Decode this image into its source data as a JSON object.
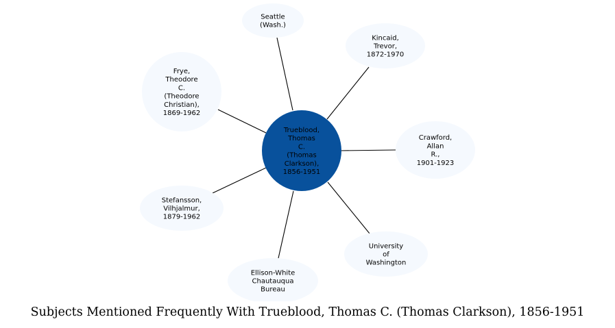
{
  "caption": "Subjects Mentioned Frequently With Trueblood, Thomas C. (Thomas Clarkson), 1856-1951",
  "colors": {
    "center_fill": "#08519c",
    "center_text": "#000000",
    "leaf_fill": "#f5f9fe",
    "leaf_text": "#000000",
    "edge": "#000000"
  },
  "center": {
    "label_lines": [
      "Trueblood,",
      "Thomas",
      "C.",
      "(Thomas",
      "Clarkson),",
      "1856-1951"
    ]
  },
  "leaves": [
    {
      "id": "seattle",
      "label_lines": [
        "Seattle",
        "(Wash.)"
      ]
    },
    {
      "id": "kincaid",
      "label_lines": [
        "Kincaid,",
        "Trevor,",
        "1872-1970"
      ]
    },
    {
      "id": "frye",
      "label_lines": [
        "Frye,",
        "Theodore",
        "C.",
        "(Theodore",
        "Christian),",
        "1869-1962"
      ]
    },
    {
      "id": "crawford",
      "label_lines": [
        "Crawford,",
        "Allan",
        "R.,",
        "1901-1923"
      ]
    },
    {
      "id": "stefansson",
      "label_lines": [
        "Stefansson,",
        "Vilhjalmur,",
        "1879-1962"
      ]
    },
    {
      "id": "university",
      "label_lines": [
        "University",
        "of",
        "Washington"
      ]
    },
    {
      "id": "ellison",
      "label_lines": [
        "Ellison-White",
        "Chautauqua",
        "Bureau"
      ]
    }
  ]
}
